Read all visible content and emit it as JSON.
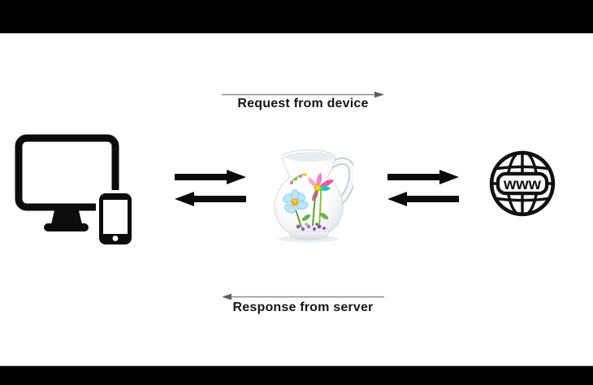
{
  "stage": {
    "frame_background": "#000000",
    "background": "#ffffff",
    "icon_color": "#0c0c0c",
    "thin_arrow_color": "#8a8a8a"
  },
  "flow": {
    "request_label": "Request from device",
    "response_label": "Response from server"
  },
  "server": {
    "www_label": "www"
  }
}
